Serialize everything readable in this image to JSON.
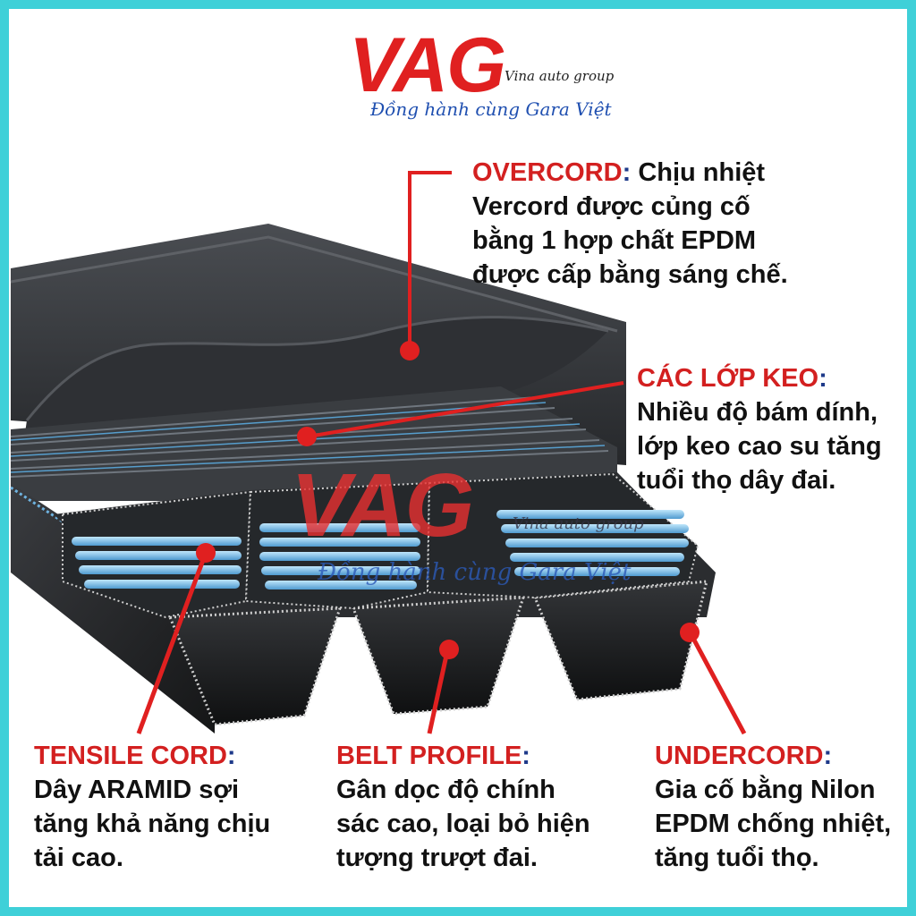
{
  "logo": {
    "brand": "VAG",
    "subtitle": "Vina auto group",
    "slogan": "Đồng hành cùng Gara Việt"
  },
  "watermark": {
    "brand": "VAG",
    "subtitle": "Vina auto group",
    "slogan": "Đồng hành cùng Gara Việt"
  },
  "labels": {
    "overcord": {
      "title": "OVERCORD",
      "colon": ":",
      "lines": [
        "Chịu nhiệt",
        "Vercord được củng cố",
        "bằng 1 hợp chất EPDM",
        "được cấp bằng sáng chế."
      ]
    },
    "adhesive": {
      "title": "CÁC LỚP KEO",
      "colon": ":",
      "lines": [
        "Nhiều độ bám dính,",
        "lớp keo cao su tăng",
        "tuổi thọ dây đai."
      ]
    },
    "tensile": {
      "title": "TENSILE CORD",
      "colon": ":",
      "lines": [
        "Dây ARAMID sợi",
        "tăng khả năng chịu",
        "tải cao."
      ]
    },
    "profile": {
      "title": "BELT PROFILE",
      "colon": ":",
      "lines": [
        "Gân dọc độ chính",
        "sác cao, loại bỏ hiện",
        "tượng trượt đai."
      ]
    },
    "undercord": {
      "title": "UNDERCORD",
      "colon": ":",
      "lines": [
        "Gia cố bằng Nilon",
        "EPDM chống nhiệt,",
        "tăng tuổi thọ."
      ]
    }
  },
  "colors": {
    "frame": "#3fd0d8",
    "accent_red": "#d32020",
    "belt_dark": "#2a2c2f",
    "cord_blue": "#7cc6ee"
  }
}
